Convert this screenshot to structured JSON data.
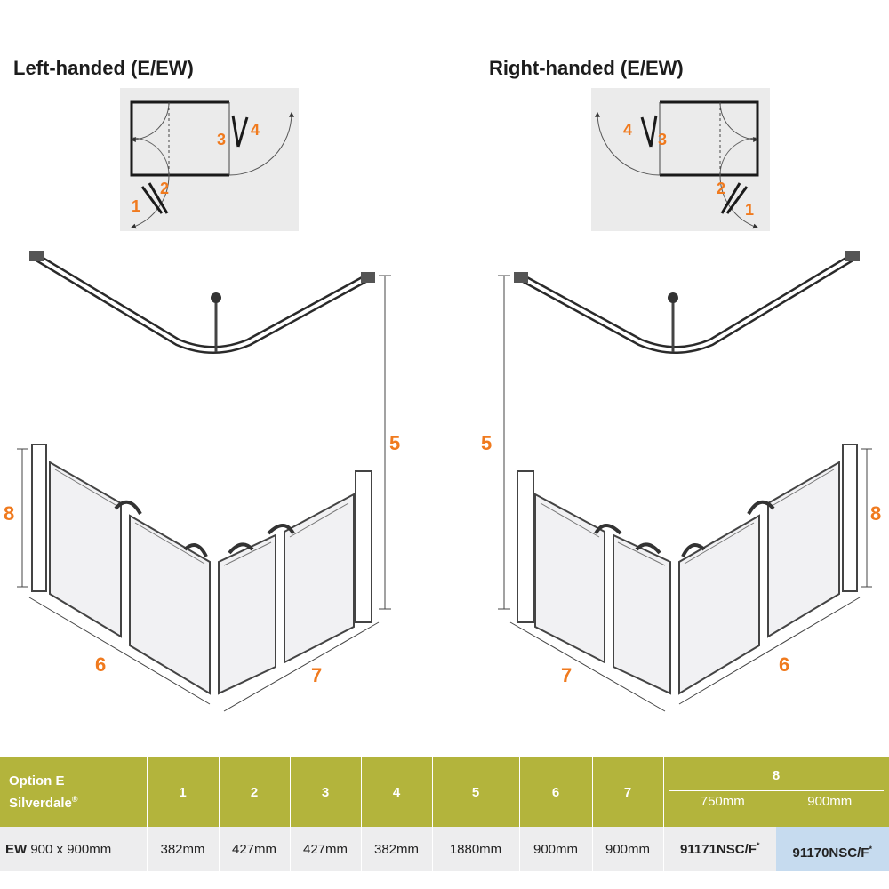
{
  "left_heading": "Left-handed (E/EW)",
  "right_heading": "Right-handed (E/EW)",
  "door_labels": {
    "n1": "1",
    "n2": "2",
    "n3": "3",
    "n4": "4"
  },
  "dimension_labels": {
    "n5": "5",
    "n6": "6",
    "n7": "7",
    "n8": "8"
  },
  "colors": {
    "accent_number": "#f07a1e",
    "table_header": "#b3b43c",
    "table_row": "#ededee"
  },
  "table": {
    "option_line1": "Option E",
    "option_line2": "Silverdale",
    "option_mark": "®",
    "headers": [
      "1",
      "2",
      "3",
      "4",
      "5",
      "6",
      "7"
    ],
    "col8": "8",
    "col8_sub": [
      "750mm",
      "900mm"
    ],
    "row": {
      "model": "EW",
      "size": "900 x 900mm",
      "values": [
        "382mm",
        "427mm",
        "427mm",
        "382mm",
        "1880mm",
        "900mm",
        "900mm"
      ],
      "code750": "91171NSC/F",
      "code900": "91170NSC/F",
      "code_mark": "*"
    }
  }
}
